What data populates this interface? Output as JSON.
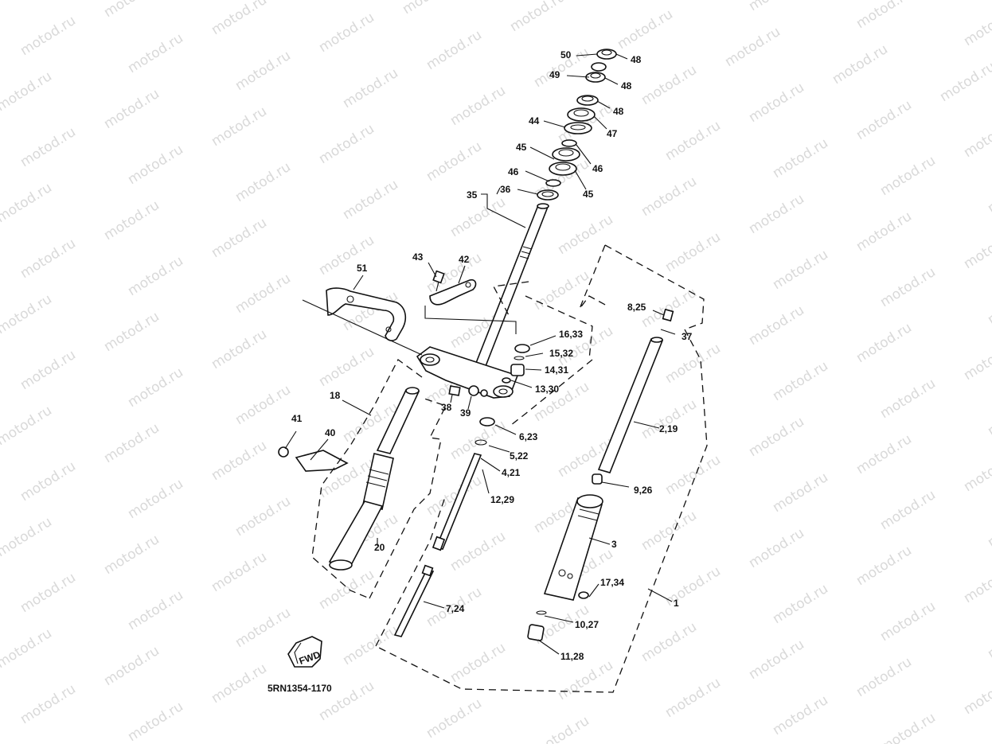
{
  "watermark": {
    "text": "motod.ru"
  },
  "diagram_code": "5RN1354-1170",
  "fwd_label": "FWD",
  "callouts": [
    {
      "id": "c50",
      "text": "50"
    },
    {
      "id": "c48a",
      "text": "48"
    },
    {
      "id": "c49",
      "text": "49"
    },
    {
      "id": "c48b",
      "text": "48"
    },
    {
      "id": "c48c",
      "text": "48"
    },
    {
      "id": "c44",
      "text": "44"
    },
    {
      "id": "c47",
      "text": "47"
    },
    {
      "id": "c45a",
      "text": "45"
    },
    {
      "id": "c46a",
      "text": "46"
    },
    {
      "id": "c46b",
      "text": "46"
    },
    {
      "id": "c45b",
      "text": "45"
    },
    {
      "id": "c35",
      "text": "35"
    },
    {
      "id": "c36",
      "text": "36"
    },
    {
      "id": "c43",
      "text": "43"
    },
    {
      "id": "c42",
      "text": "42"
    },
    {
      "id": "c51",
      "text": "51"
    },
    {
      "id": "c825",
      "text": "8,25"
    },
    {
      "id": "c37",
      "text": "37"
    },
    {
      "id": "c1633",
      "text": "16,33"
    },
    {
      "id": "c1532",
      "text": "15,32"
    },
    {
      "id": "c1431",
      "text": "14,31"
    },
    {
      "id": "c1330",
      "text": "13,30"
    },
    {
      "id": "c18",
      "text": "18"
    },
    {
      "id": "c38",
      "text": "38"
    },
    {
      "id": "c39",
      "text": "39"
    },
    {
      "id": "c219",
      "text": "2,19"
    },
    {
      "id": "c623",
      "text": "6,23"
    },
    {
      "id": "c41",
      "text": "41"
    },
    {
      "id": "c40",
      "text": "40"
    },
    {
      "id": "c522",
      "text": "5,22"
    },
    {
      "id": "c421",
      "text": "4,21"
    },
    {
      "id": "c926",
      "text": "9,26"
    },
    {
      "id": "c1229",
      "text": "12,29"
    },
    {
      "id": "c3",
      "text": "3"
    },
    {
      "id": "c20",
      "text": "20"
    },
    {
      "id": "c1734",
      "text": "17,34"
    },
    {
      "id": "c724",
      "text": "7,24"
    },
    {
      "id": "c1",
      "text": "1"
    },
    {
      "id": "c1027",
      "text": "10,27"
    },
    {
      "id": "c1128",
      "text": "11,28"
    }
  ]
}
